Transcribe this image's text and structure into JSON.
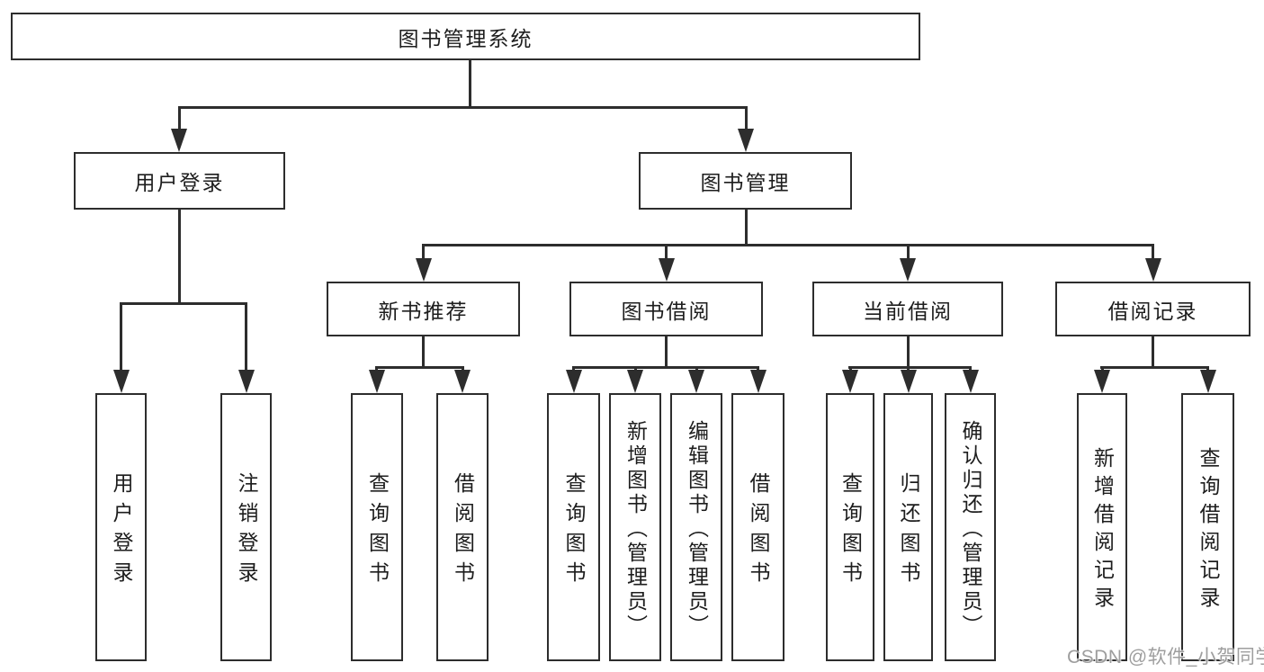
{
  "colors": {
    "line": "#2d2d2d",
    "border": "#2d2d2d",
    "text": "#1d1d1d",
    "background": "#ffffff",
    "watermark": "#9e9e9e"
  },
  "watermark": {
    "text": "CSDN @软件_小贺同学"
  },
  "diagram": {
    "root": {
      "label": "图书管理系统"
    },
    "level2": {
      "user_login": {
        "label": "用户登录"
      },
      "book_mgmt": {
        "label": "图书管理"
      }
    },
    "level3": {
      "new_book": {
        "label": "新书推荐"
      },
      "book_borrow": {
        "label": "图书借阅"
      },
      "current_borrow": {
        "label": "当前借阅"
      },
      "borrow_record": {
        "label": "借阅记录"
      }
    },
    "leaves": {
      "user_login": [
        "用户登录",
        "注销登录"
      ],
      "new_book": [
        "查询图书",
        "借阅图书"
      ],
      "book_borrow": [
        "查询图书",
        "新增图书（管理员）",
        "编辑图书（管理员）",
        "借阅图书"
      ],
      "current_borrow": [
        "查询图书",
        "归还图书",
        "确认归还（管理员）"
      ],
      "borrow_record": [
        "新增借阅记录",
        "查询借阅记录"
      ]
    }
  }
}
